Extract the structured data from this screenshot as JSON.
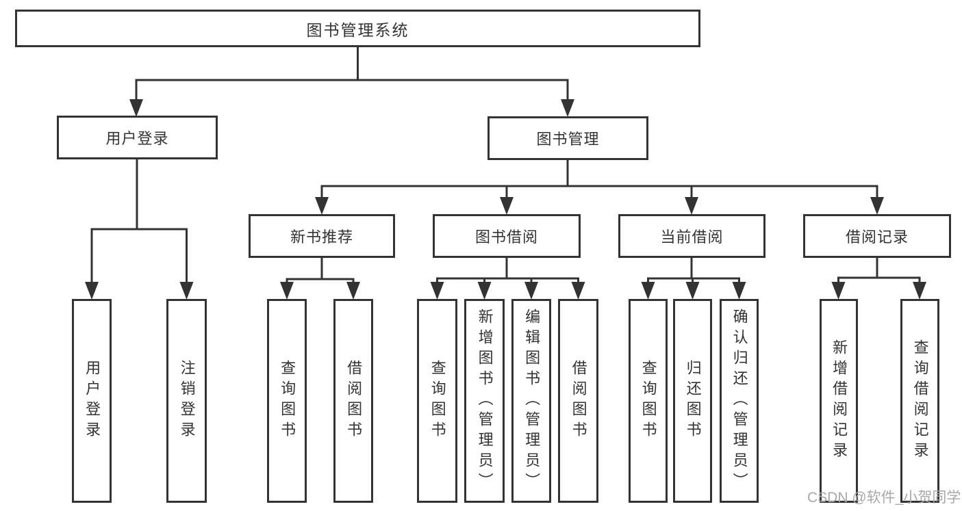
{
  "diagram": {
    "root": {
      "label": "图书管理系统"
    },
    "level2": [
      {
        "label": "用户登录"
      },
      {
        "label": "图书管理"
      }
    ],
    "level3": [
      {
        "label": "新书推荐"
      },
      {
        "label": "图书借阅"
      },
      {
        "label": "当前借阅"
      },
      {
        "label": "借阅记录"
      }
    ],
    "leaves": {
      "user_login": [
        "用户登录",
        "注销登录"
      ],
      "new_book": [
        "查询图书",
        "借阅图书"
      ],
      "book_borrow": [
        "查询图书",
        "新增图书（管理员）",
        "编辑图书（管理员）",
        "借阅图书"
      ],
      "current_borrow": [
        "查询图书",
        "归还图书",
        "确认归还（管理员）"
      ],
      "borrow_record": [
        "新增借阅记录",
        "查询借阅记录"
      ]
    }
  },
  "watermark": {
    "text": "CSDN @软件_小贺同学"
  },
  "colors": {
    "line": "#333333",
    "text": "#333333",
    "watermark": "#a8a8a8",
    "background": "#ffffff"
  }
}
